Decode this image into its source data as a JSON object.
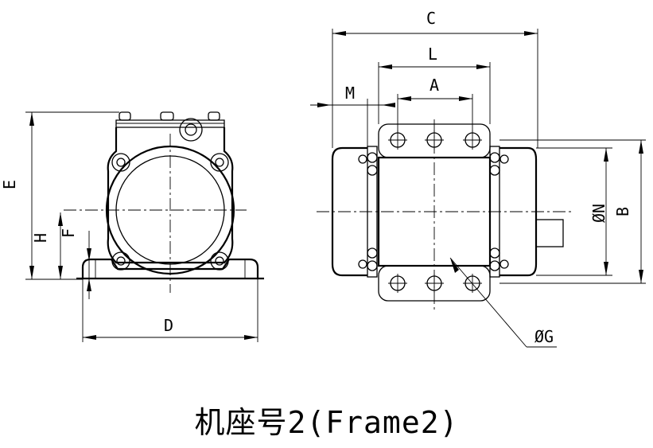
{
  "caption": "机座号2(Frame2)",
  "front_view": {
    "labels": {
      "E": "E",
      "H": "H",
      "F": "F",
      "D": "D"
    }
  },
  "side_view": {
    "labels": {
      "C": "C",
      "L": "L",
      "A": "A",
      "M": "M",
      "N": "ØN",
      "B": "B",
      "G": "ØG"
    }
  }
}
